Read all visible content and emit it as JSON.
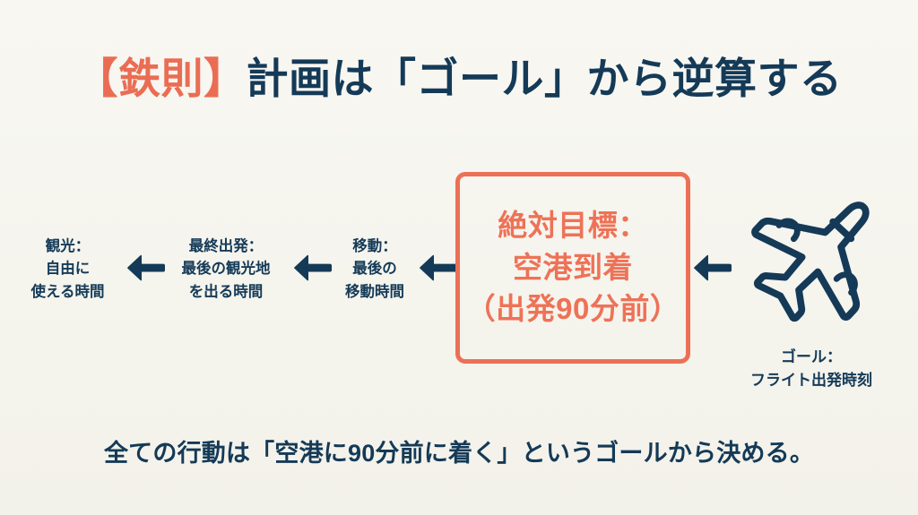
{
  "slide": {
    "background_color": "#f6f5ef",
    "accent_color": "#ea6d53",
    "navy_color": "#143a57"
  },
  "title": {
    "accent": "【鉄則】",
    "main": "計画は「ゴール」から逆算する"
  },
  "flow": {
    "steps": [
      {
        "id": "kanko",
        "line1": "観光：",
        "line2": "自由に",
        "line3": "使える時間"
      },
      {
        "id": "saishu-shuppatsu",
        "line1": "最終出発：",
        "line2": "最後の観光地",
        "line3": "を出る時間"
      },
      {
        "id": "idou",
        "line1": "移動：",
        "line2": "最後の",
        "line3": "移動時間"
      }
    ],
    "arrow_icon": "arrow-left-icon",
    "arrow_count": 4
  },
  "goal_box": {
    "border_color": "#ec7056",
    "text_color": "#ee7257",
    "line1": "絶対目標：",
    "line2": "空港到着",
    "line3": "（出発90分前）"
  },
  "plane": {
    "icon": "airplane-icon",
    "caption_line1": "ゴール：",
    "caption_line2": "フライト出発時刻"
  },
  "footer": {
    "text": "全ての行動は「空港に90分前に着く」というゴールから決める。"
  }
}
